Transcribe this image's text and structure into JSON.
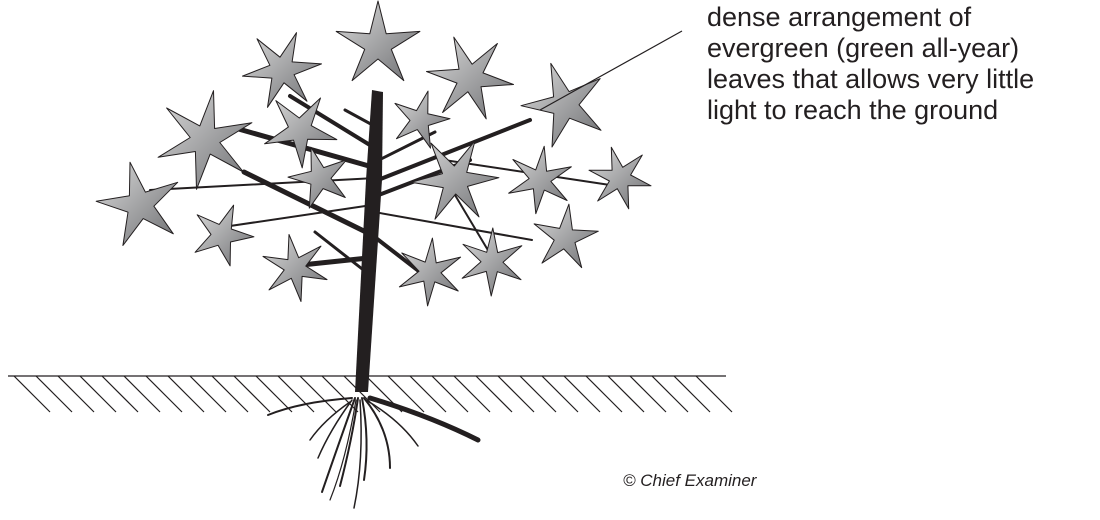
{
  "annotation": {
    "lines": [
      "dense arrangement of",
      "evergreen (green all-year)",
      "leaves that allows very little",
      "light to reach the ground"
    ]
  },
  "credit": "© Chief Examiner",
  "colors": {
    "ink": "#231f20",
    "leaf_light": "#d9d9d9",
    "leaf_dark": "#6d6e71"
  }
}
